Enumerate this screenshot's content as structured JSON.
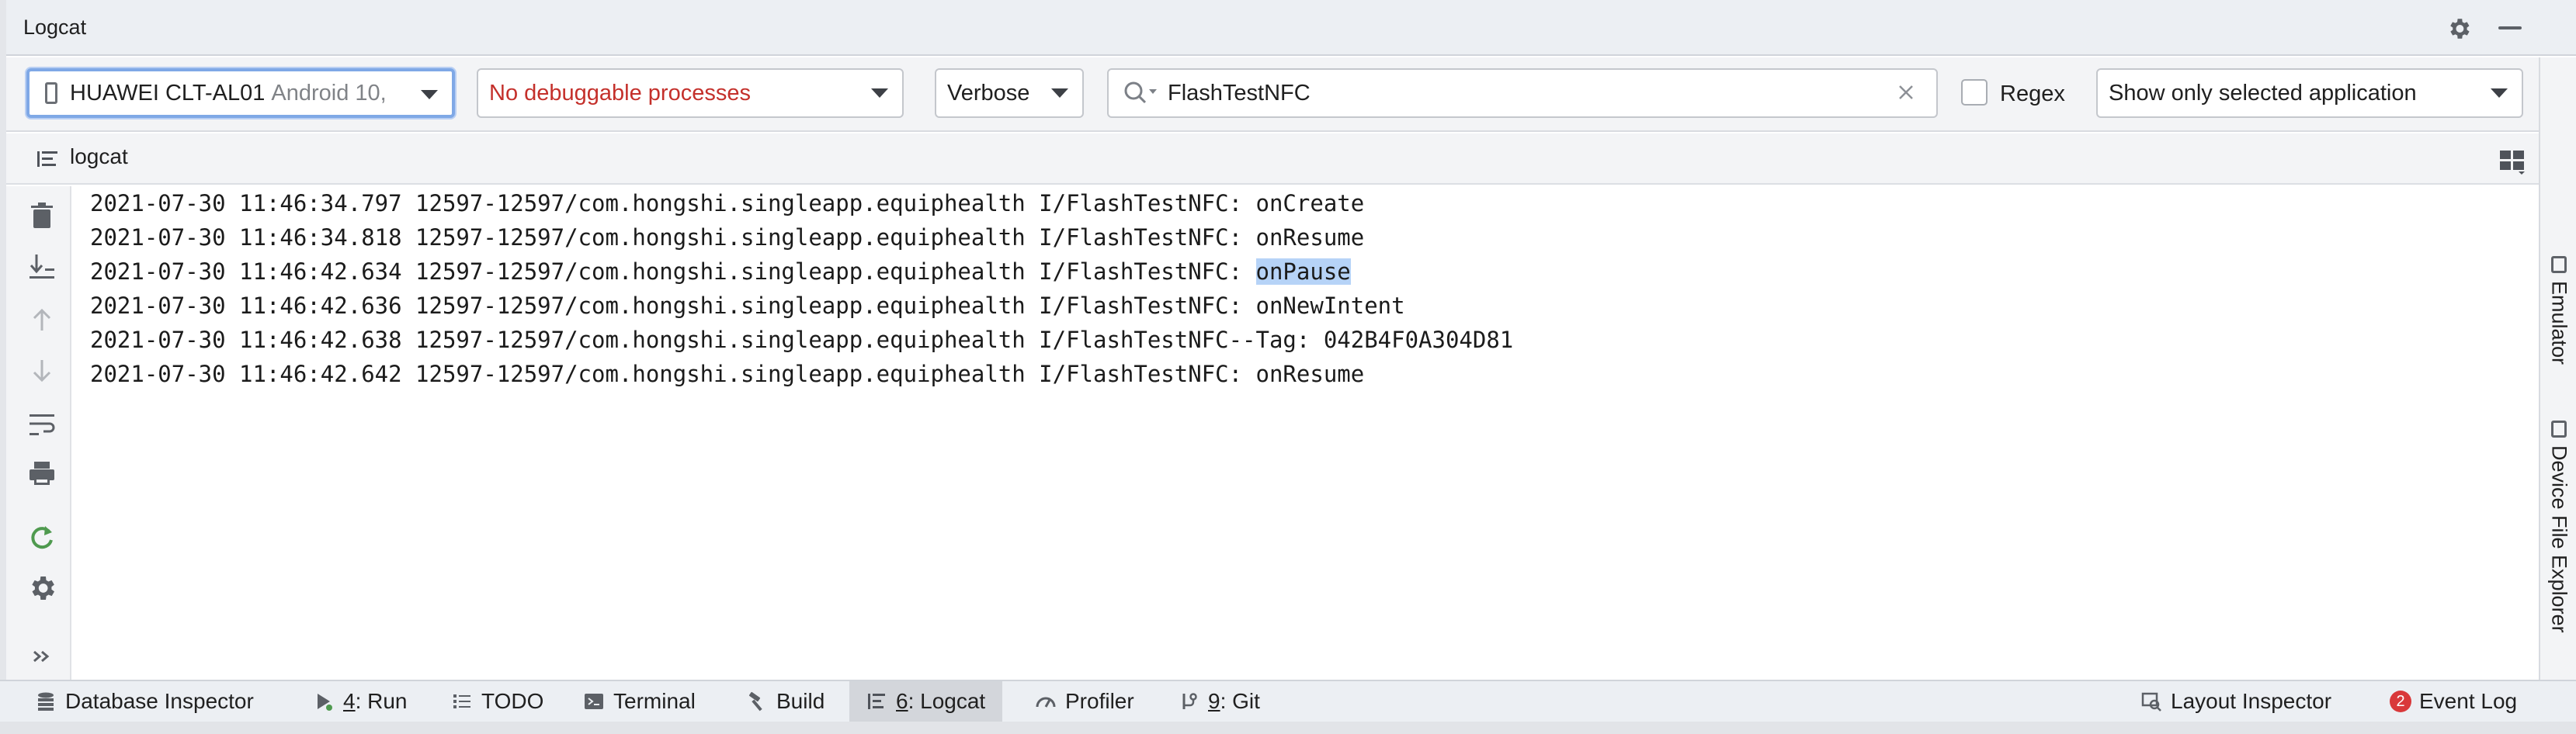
{
  "window": {
    "title": "Logcat"
  },
  "toolbar": {
    "device_name": "HUAWEI CLT-AL01",
    "device_os": "Android 10,",
    "process": "No debuggable processes",
    "level": "Verbose",
    "search_value": "FlashTestNFC",
    "regex_label": "Regex",
    "filter": "Show only selected application"
  },
  "subheader": {
    "tab_label": "logcat"
  },
  "log": {
    "lines": [
      {
        "prefix": "2021-07-30 11:46:34.797 12597-12597/com.hongshi.singleapp.equiphealth I/FlashTestNFC: ",
        "highlight": "",
        "suffix": "onCreate"
      },
      {
        "prefix": "2021-07-30 11:46:34.818 12597-12597/com.hongshi.singleapp.equiphealth I/FlashTestNFC: ",
        "highlight": "",
        "suffix": "onResume"
      },
      {
        "prefix": "2021-07-30 11:46:42.634 12597-12597/com.hongshi.singleapp.equiphealth I/FlashTestNFC: ",
        "highlight": "onPause",
        "suffix": ""
      },
      {
        "prefix": "2021-07-30 11:46:42.636 12597-12597/com.hongshi.singleapp.equiphealth I/FlashTestNFC: ",
        "highlight": "",
        "suffix": "onNewIntent"
      },
      {
        "prefix": "2021-07-30 11:46:42.638 12597-12597/com.hongshi.singleapp.equiphealth I/FlashTestNFC--Tag: ",
        "highlight": "",
        "suffix": "042B4F0A304D81"
      },
      {
        "prefix": "2021-07-30 11:46:42.642 12597-12597/com.hongshi.singleapp.equiphealth I/FlashTestNFC: ",
        "highlight": "",
        "suffix": "onResume"
      }
    ]
  },
  "right_tabs": {
    "emulator": "Emulator",
    "device_file_explorer": "Device File Explorer"
  },
  "bottom_tabs": {
    "database_inspector": "Database Inspector",
    "run_num": "4",
    "run_label": ": Run",
    "todo": "TODO",
    "terminal": "Terminal",
    "build": "Build",
    "logcat_num": "6",
    "logcat_label": ": Logcat",
    "profiler": "Profiler",
    "git_num": "9",
    "git_label": ": Git",
    "layout_inspector": "Layout Inspector",
    "event_log_count": "2",
    "event_log": "Event Log"
  },
  "colors": {
    "accent": "#7fa8e6",
    "error_text": "#c4302b",
    "selection": "#b6d3f7",
    "restart_green": "#4f9a4f",
    "badge": "#d9383a"
  }
}
